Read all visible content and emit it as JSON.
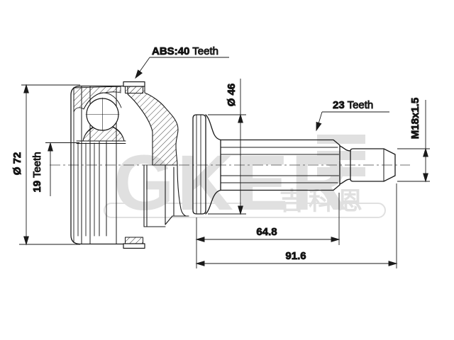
{
  "drawing": {
    "labels": {
      "abs": {
        "strong": "ABS:40",
        "rest": " Teeth"
      },
      "teeth23": {
        "strong": "23",
        "rest": "  Teeth"
      },
      "teeth19": {
        "strong": "19",
        "rest": " Teeth"
      },
      "dia72": "Ø 72",
      "dia46": "Ø 46",
      "thread": "M18x1.5",
      "spline_len": "64.8",
      "total_len": "91.6"
    }
  },
  "watermark": {
    "brand": "GKER",
    "cjk": "吉科恩"
  },
  "colors": {
    "line": "#1a1a1a",
    "background": "#ffffff",
    "watermark": "#9b9b9b"
  }
}
